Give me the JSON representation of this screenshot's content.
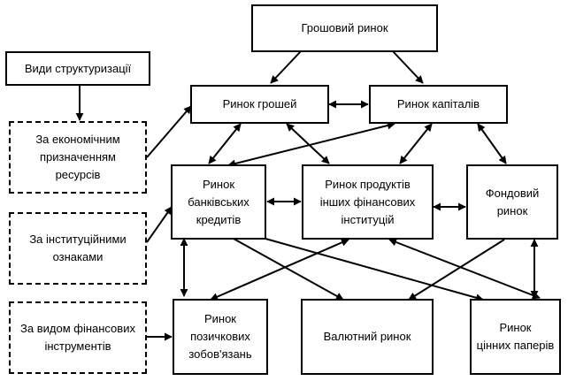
{
  "diagram": {
    "title_box": "Грошовий ринок",
    "types_box": "Види структуризації",
    "criteria": {
      "economic": "За економічним\nпризначенням\nресурсів",
      "institutional": "За інституційними\nознаками",
      "instrument": "За видом фінансових\nінструментів"
    },
    "markets": {
      "money": "Ринок грошей",
      "capital": "Ринок капіталів",
      "bank_credit": "Ринок\nбанківських\nкредитів",
      "other_institutions": "Ринок продуктів\nінших фінансових\nінституцій",
      "stock": "Фондовий\nринок",
      "loan_obligations": "Ринок\nпозичкових\nзобов'язань",
      "currency": "Валютний ринок",
      "securities": "Ринок\nцінних паперів"
    }
  }
}
